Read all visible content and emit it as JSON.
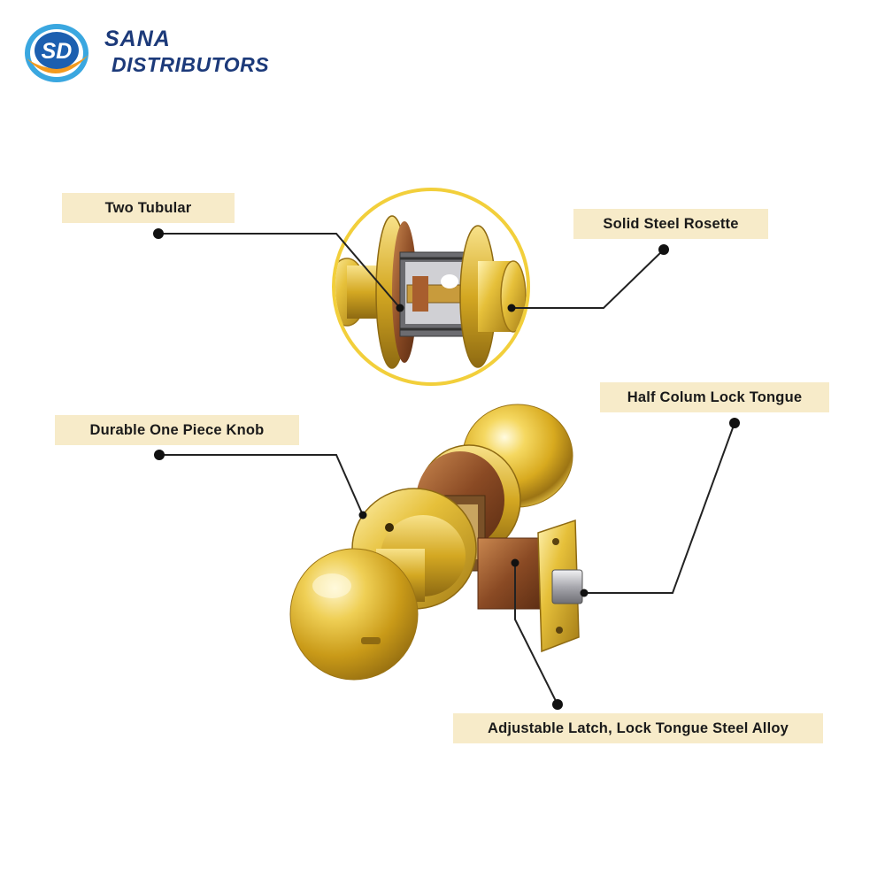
{
  "logo": {
    "monogram": "SD",
    "brand_line_1": "SANA",
    "brand_line_2": "DISTRIBUTORS"
  },
  "callouts": {
    "two_tubular": "Two Tubular",
    "solid_steel_rosette": "Solid Steel Rosette",
    "half_colum_lock_tongue": "Half Colum Lock Tongue",
    "durable_one_piece_knob": "Durable One Piece Knob",
    "adjustable_latch": "Adjustable Latch, Lock Tongue Steel Alloy"
  },
  "colors": {
    "label_background": "#f7ebc9",
    "label_text": "#1a1a1a",
    "leader_line": "#222222",
    "brass": "#e2bb2c",
    "brass_shadow": "#a9801a",
    "brass_highlight": "#fff6c4",
    "copper": "#8a4a24",
    "steel": "#b9b9bd",
    "detail_ring": "#f2cf3b",
    "brand_blue": "#1c3a7a",
    "logo_light_blue": "#3aa7e0",
    "logo_orange": "#f39a1e"
  }
}
